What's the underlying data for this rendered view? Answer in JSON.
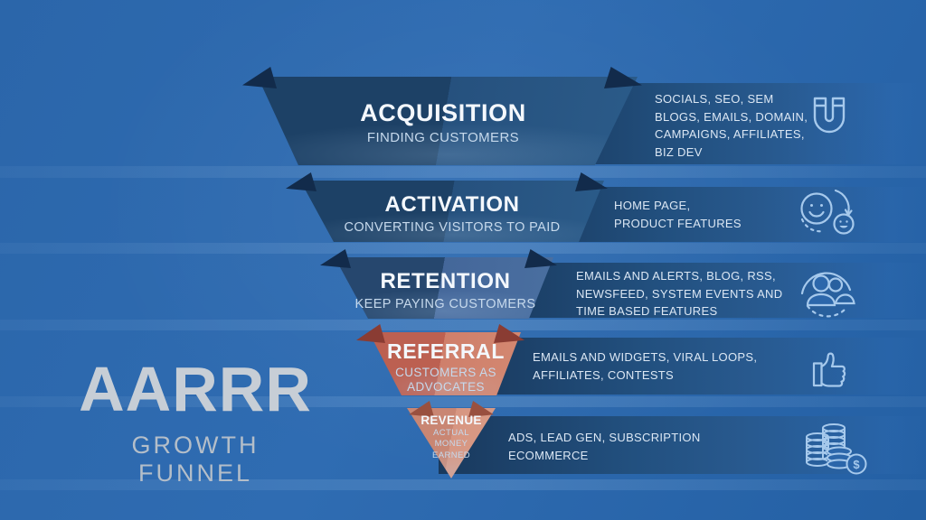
{
  "title": {
    "main": "AARRR",
    "sub": "GROWTH FUNNEL"
  },
  "colors": {
    "background": "#2b66aa",
    "funnel_navy": "#1d4166",
    "funnel_slate": "#44679a",
    "funnel_red": "#c4685a",
    "funnel_salmon": "#d19582",
    "icon_outline": "#a6c9ec",
    "text_light": "#dbe7f4"
  },
  "icons": {
    "dollar": "$"
  },
  "funnel": {
    "stages": [
      {
        "id": "acquisition",
        "title": "ACQUISITION",
        "subtitle": "FINDING CUSTOMERS",
        "tactics": "SOCIALS,  SEO, SEM\nBLOGS, EMAILS, DOMAIN,\nCAMPAIGNS, AFFILIATES,\nBIZ DEV",
        "icon": "magnet-icon"
      },
      {
        "id": "activation",
        "title": "ACTIVATION",
        "subtitle": "CONVERTING VISITORS TO PAID",
        "tactics": "HOME PAGE,\nPRODUCT FEATURES",
        "icon": "smiley-faces-icon"
      },
      {
        "id": "retention",
        "title": "RETENTION",
        "subtitle": "KEEP PAYING CUSTOMERS",
        "tactics": "EMAILS AND ALERTS, BLOG, RSS,\nNEWSFEED, SYSTEM EVENTS AND\nTIME BASED FEATURES",
        "icon": "customers-group-icon"
      },
      {
        "id": "referral",
        "title": "REFERRAL",
        "subtitle": "CUSTOMERS AS\nADVOCATES",
        "tactics": "EMAILS  AND WIDGETS, VIRAL LOOPS,\nAFFILIATES, CONTESTS",
        "icon": "thumbs-up-icon"
      },
      {
        "id": "revenue",
        "title": "REVENUE",
        "subtitle": "ACTUAL\nMONEY\nEARNED",
        "tactics": "ADS, LEAD GEN, SUBSCRIPTION\nECOMMERCE",
        "icon": "coins-icon"
      }
    ]
  }
}
